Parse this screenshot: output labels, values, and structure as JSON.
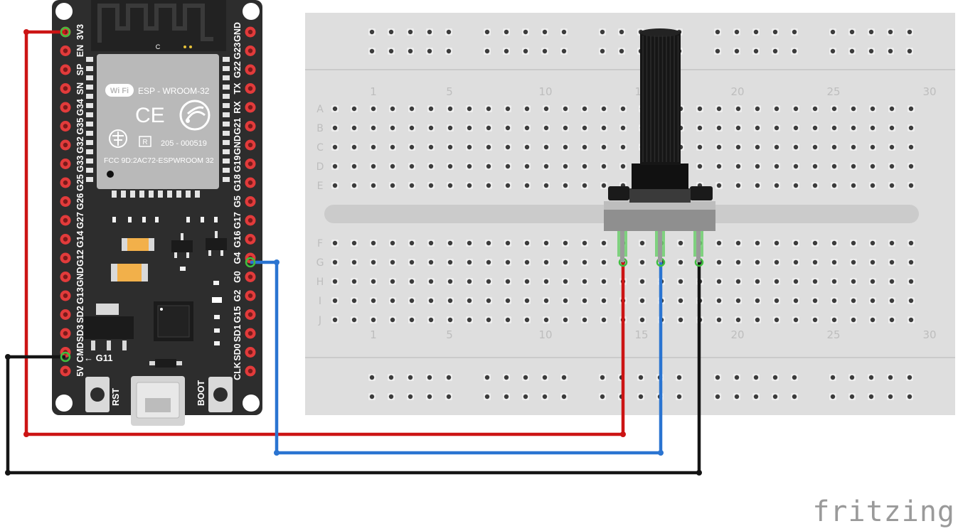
{
  "esp32": {
    "left_pins": [
      "3V3",
      "EN",
      "SP",
      "SN",
      "G34",
      "G35",
      "G32",
      "G33",
      "G25",
      "G26",
      "G27",
      "G14",
      "G12",
      "GND",
      "G13",
      "SD2",
      "SD3",
      "CMD",
      "5V"
    ],
    "right_pins": [
      "GND",
      "G23",
      "G22",
      "TX",
      "RX",
      "G21",
      "GND",
      "G19",
      "G18",
      "G5",
      "G17",
      "G16",
      "G4",
      "G0",
      "G2",
      "G15",
      "SD1",
      "SD0",
      "CLK"
    ],
    "module_name": "ESP - WROOM-32",
    "wifi_badge": "Wi Fi",
    "ce_mark": "CE",
    "cert_r": "R",
    "cert_number": "205 - 000519",
    "fcc_id": "FCC 9D:2AC72-ESPWROOM 32",
    "antenna_mark": "C",
    "pin_g11_label": "← G11",
    "rst_label": "RST",
    "boot_label": "BOOT"
  },
  "breadboard": {
    "column_numbers": [
      "1",
      "5",
      "10",
      "15",
      "20",
      "25",
      "30"
    ],
    "top_rows": [
      "A",
      "B",
      "C",
      "D",
      "E"
    ],
    "bottom_rows": [
      "F",
      "G",
      "H",
      "I",
      "J"
    ]
  },
  "wires": {
    "power_color": "#cc1414",
    "signal_color": "#2a74d1",
    "ground_color": "#151515"
  },
  "brand": "fritzing"
}
